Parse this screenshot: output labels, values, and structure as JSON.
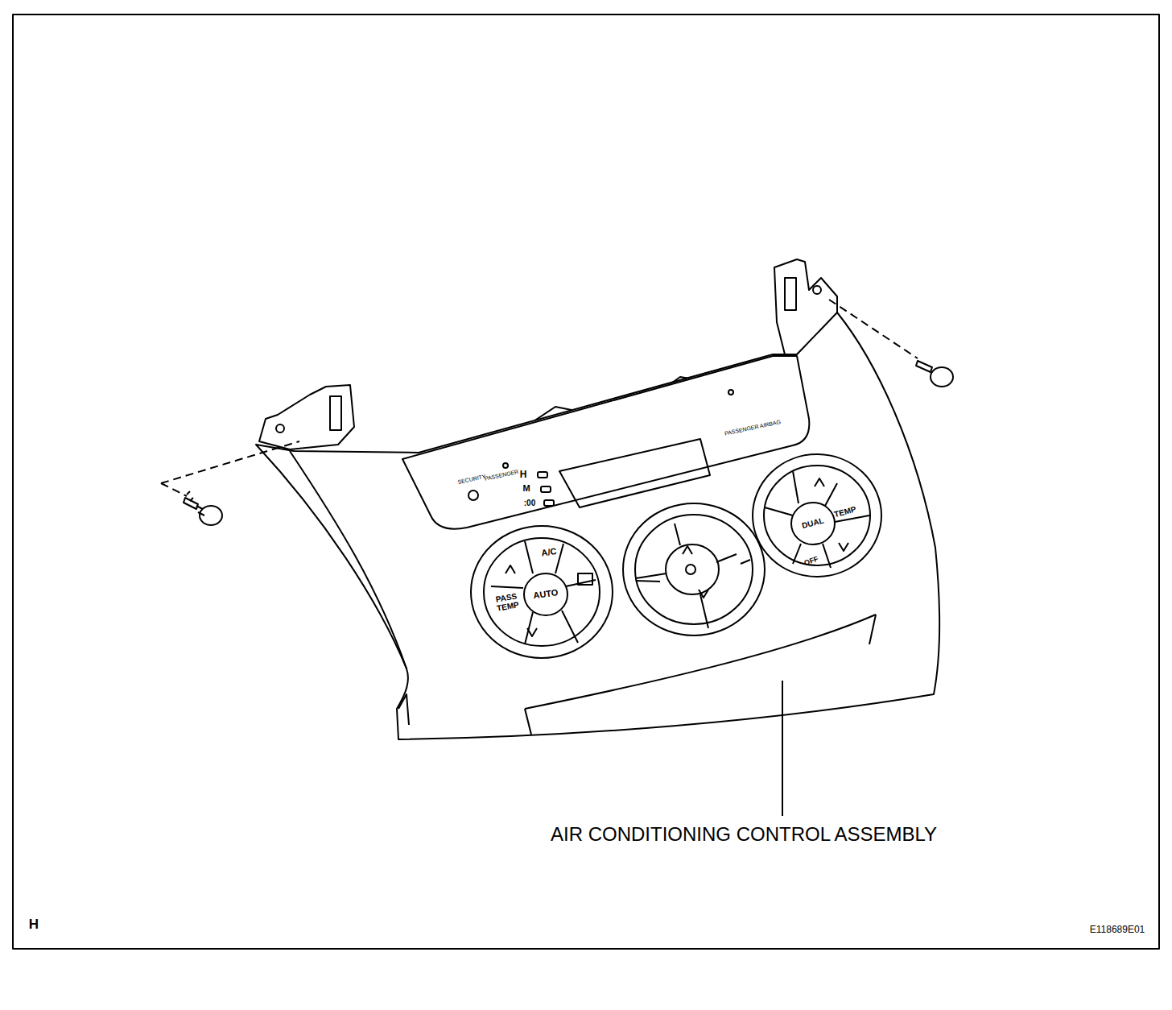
{
  "diagram": {
    "labels": [
      "SECURITY",
      "PASSENGER",
      "H",
      "M",
      ":00",
      "PASSENGER AIRBAG",
      "A/C",
      "AUTO",
      "PASS TEMP",
      "DUAL",
      "TEMP",
      "OFF",
      "AIR CONDITIONING CONTROL ASSEMBLY",
      "H",
      "E118689E01"
    ]
  }
}
